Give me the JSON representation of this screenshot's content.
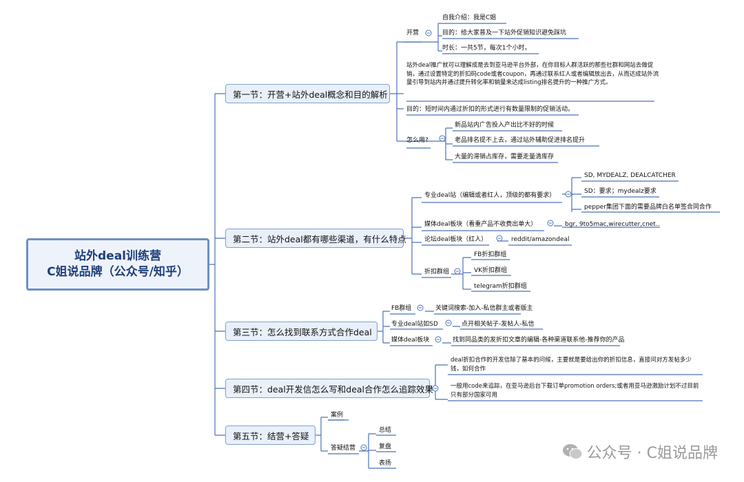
{
  "root": {
    "line1": "站外deal训练营",
    "line2": "C姐说品牌（公众号/知乎）"
  },
  "sections": [
    "第一节：开营+站外deal概念和目的解析",
    "第二节：站外deal都有哪些渠道，有什么特点",
    "第三节：怎么找到联系方式合作deal",
    "第四节：deal开发信怎么写和deal合作怎么追踪效果",
    "第五节：结营+答疑"
  ],
  "s1": {
    "kaiying": "开营",
    "kaiying_items": [
      "自我介绍：我是C姐",
      "目的：给大家普及一下站外促销知识避免踩坑",
      "时长：一共5节，每次1个小时。"
    ],
    "definition": "站外deal推广就可以理解成是去到亚马逊平台外部，在你目标人群活跃的那些社群和网站去做促销，通过设置特定的折扣码code或者coupon，再通过联系红人或者编辑放出去，从而达成站外流量引导到站内并通过提升转化率和销量来达成listing排名提升的一种推广方式。",
    "purpose": "目的：短时间内通过折扣的形式进行有数量限制的促销活动。",
    "howto": "怎么用?",
    "howto_items": [
      "新品站内广告投入产出比不好的时候",
      "老品排名提不上去，通过站外辅助促进排名提升",
      "大量的滞销占库存，需要走量清库存"
    ]
  },
  "s2": {
    "pro": "专业deal站（编辑或者红人，顶级的都有要求）",
    "pro_items": [
      "SD, MYDEALZ, DEALCATCHER",
      "SD：要求；mydealz要求",
      "pepper集团下面的需要品牌白名单签合同合作"
    ],
    "media": "媒体deal板块（看重产品不收费出单大）",
    "media_item": "bgr, 9to5mac,wirecutter,cnet..",
    "forum": "论坛deal板块（红人）",
    "forum_item": "reddit/amazondeal",
    "group": "折扣群组",
    "group_items": [
      "FB折扣群组",
      "VK折扣群组",
      "telegram折扣群组"
    ]
  },
  "s3": {
    "items": [
      {
        "label": "FB群组",
        "detail": "关键词搜索-加入-私信群主或者版主"
      },
      {
        "label": "专业deal站如SD",
        "detail": "点开相关帖子-发帖人-私信"
      },
      {
        "label": "媒体deal板块",
        "detail": "找到同品类的发折扣文章的编辑-各种渠道联系他-推荐你的产品"
      }
    ]
  },
  "s4": {
    "items": [
      "deal折扣合作的开发信除了基本的问候，主要就是要给出你的折扣信息，直接问对方发帖多少钱，如何合作",
      "一般用code来追踪，在亚马逊后台下载订单promotion orders;或者用亚马逊激励计划不过目前只有部分国家可用"
    ]
  },
  "s5": {
    "case": "案例",
    "qa": "答疑结营",
    "qa_items": [
      "总结",
      "复盘",
      "表扬"
    ]
  },
  "watermark": "公众号 · C姐说品牌",
  "colors": {
    "line": "#4a72b8",
    "box_border": "#7f9fcc",
    "box_fill": "#e9f0fa",
    "root_border": "#6e8fc0"
  }
}
